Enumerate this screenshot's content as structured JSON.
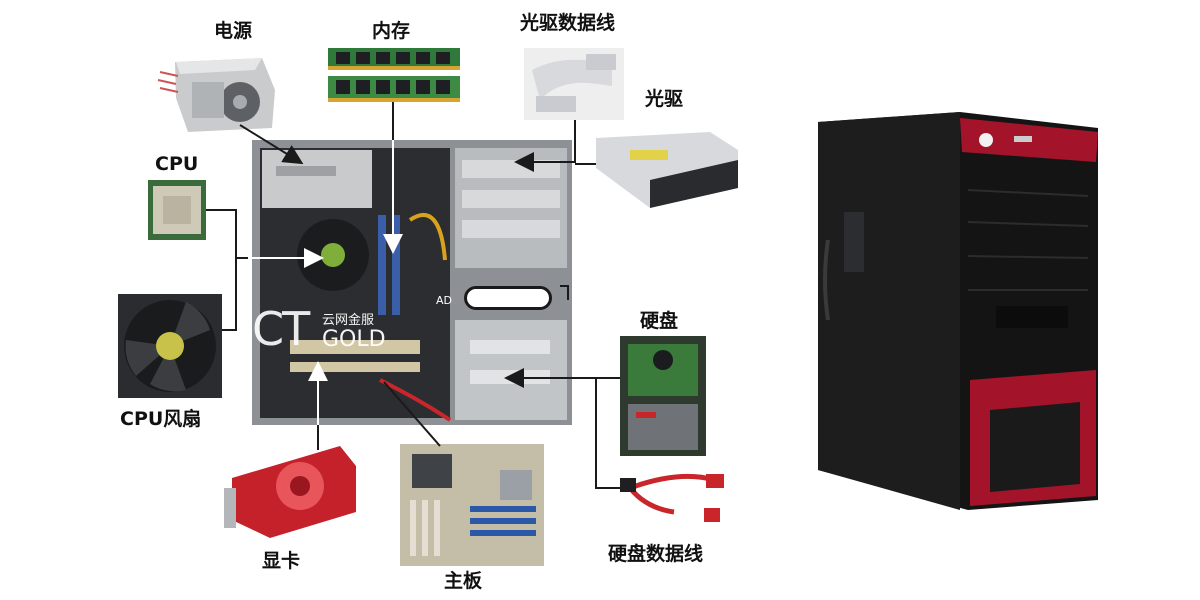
{
  "labels": {
    "power": "电源",
    "memory": "内存",
    "optical_cable": "光驱数据线",
    "optical_drive": "光驱",
    "cpu": "CPU",
    "cpu_fan": "CPU风扇",
    "hard_disk": "硬盘",
    "graphics_card": "显卡",
    "motherboard": "主板",
    "hdd_cable": "硬盘数据线"
  },
  "watermark": {
    "ct": "CT",
    "chinese": "云网金服",
    "gold": "GOLD"
  },
  "ad_text": "AD",
  "colors": {
    "case_body": "#141414",
    "case_accent": "#a3142a",
    "connector": "#1a1a1a"
  },
  "icons": {
    "power": "power-supply-image",
    "memory": "ram-stick-image",
    "optical_cable": "ribbon-cable-image",
    "optical_drive": "dvd-drive-image",
    "cpu": "cpu-chip-image",
    "cpu_fan": "cooling-fan-image",
    "hard_disk": "hard-disk-image",
    "graphics_card": "graphics-card-image",
    "motherboard": "motherboard-image",
    "hdd_cable": "sata-cable-image",
    "open_case": "open-pc-case-image",
    "tower_case": "pc-tower-image"
  }
}
